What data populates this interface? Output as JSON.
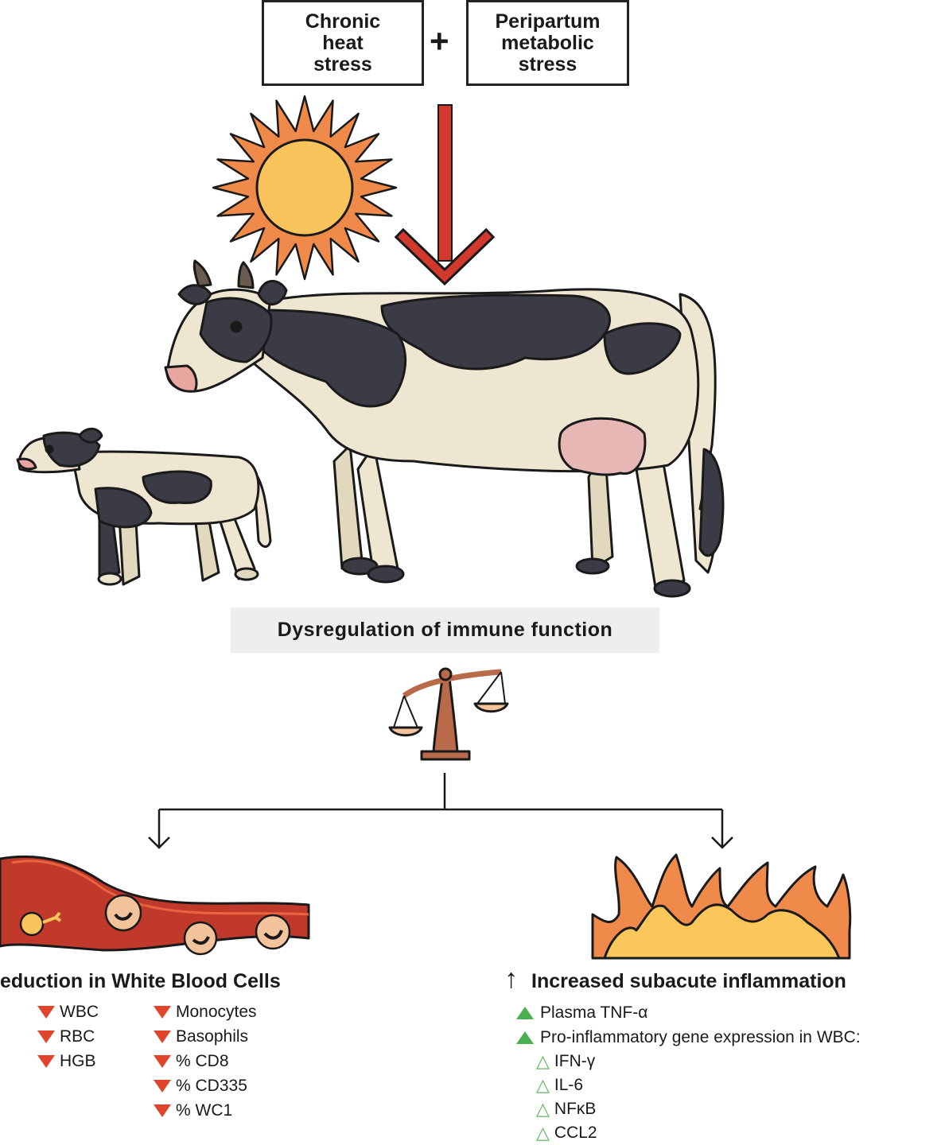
{
  "stress_boxes": {
    "left": "Chronic\nheat\nstress",
    "plus": "+",
    "right": "Peripartum\nmetabolic\nstress"
  },
  "center_label": "Dysregulation of immune function",
  "left_branch": {
    "heading": "eduction in White Blood Cells",
    "col1": [
      "WBC",
      "RBC",
      "HGB"
    ],
    "col2": [
      "Monocytes",
      "Basophils",
      "% CD8",
      "% CD335",
      "% WC1"
    ]
  },
  "right_branch": {
    "heading_arrow": "↑",
    "heading": "Increased subacute inflammation",
    "items": [
      "Plasma TNF-α",
      "Pro-inflammatory gene expression in WBC:"
    ],
    "subitems": [
      "IFN-γ",
      "IL-6",
      "NFκB",
      "CCL2"
    ]
  },
  "colors": {
    "arrow_red": "#d0392b",
    "sun_outer": "#f08a4b",
    "sun_inner": "#f9c45c",
    "blood_vessel": "#c0392b",
    "flame_outer": "#f08a4b",
    "flame_inner": "#fbc75a",
    "decrease_marker": "#e0442a",
    "increase_marker": "#4caf50",
    "scale": "#b86a4a"
  },
  "icons": [
    "sun-icon",
    "down-arrow-icon",
    "cow-icon",
    "calf-icon",
    "balance-scale-icon",
    "blood-vessel-icon",
    "fire-icon"
  ]
}
